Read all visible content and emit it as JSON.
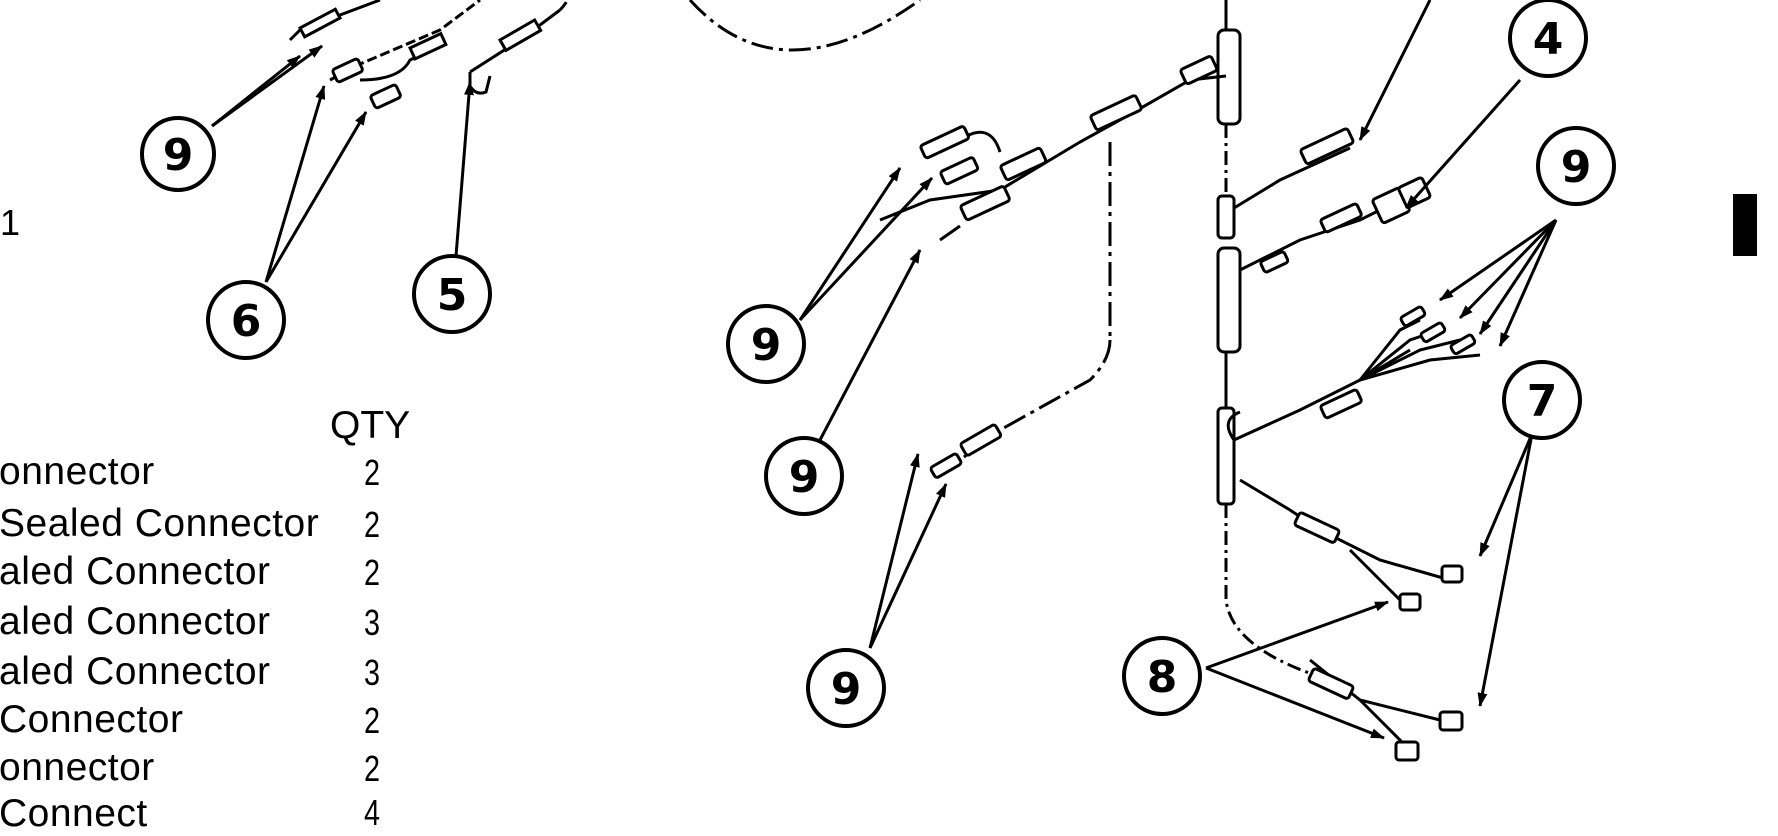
{
  "page_number_fragment": "1",
  "callouts": [
    {
      "id": "c9a",
      "label": "9"
    },
    {
      "id": "c6",
      "label": "6"
    },
    {
      "id": "c5",
      "label": "5"
    },
    {
      "id": "c9b",
      "label": "9"
    },
    {
      "id": "c9c",
      "label": "9"
    },
    {
      "id": "c9d",
      "label": "9"
    },
    {
      "id": "c4",
      "label": "4"
    },
    {
      "id": "c9e",
      "label": "9"
    },
    {
      "id": "c7",
      "label": "7"
    },
    {
      "id": "c8",
      "label": "8"
    }
  ],
  "parts_table": {
    "qty_header": "QTY",
    "rows": [
      {
        "description": "onnector",
        "qty": "2"
      },
      {
        "description": "Sealed  Connector",
        "qty": "2"
      },
      {
        "description": "aled  Connector",
        "qty": "2"
      },
      {
        "description": "aled Connector",
        "qty": "3"
      },
      {
        "description": "aled  Connector",
        "qty": "3"
      },
      {
        "description": "Connector",
        "qty": "2"
      },
      {
        "description": "onnector",
        "qty": "2"
      },
      {
        "description": "Connect",
        "qty": "4"
      }
    ]
  }
}
